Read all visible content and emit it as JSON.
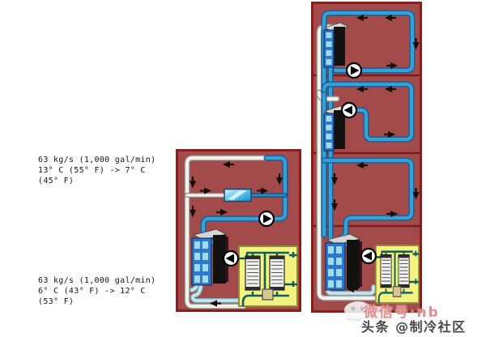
{
  "labels": {
    "loop_top": {
      "line1": "63 kg/s (1,000 gal/min)",
      "line2": "13° C (55° F) -> 7° C",
      "line3": "(45° F)"
    },
    "loop_bottom": {
      "line1": "63 kg/s (1,000 gal/min)",
      "line2": "6° C (43° F) -> 12° C",
      "line3": "(53° F)"
    }
  },
  "watermark": {
    "wechat": "微信号·nb",
    "credit": "头条 @制冷社区"
  },
  "colors": {
    "page_bg": "#ffffff",
    "panel": "#a34a4a",
    "panel_border": "#8b1d1d",
    "pipe_blue": "#36a1d9",
    "pipe_blue_dark": "#135f93",
    "pipe_white": "#f2f0e9",
    "pipe_pale": "#c6e6ef",
    "hx_blue": "#2d77cf",
    "chiller_yellow": "#f3f382",
    "pipe_teal": "#0e5e5e",
    "coil_light": "#d9f4fc",
    "coil_dark": "#1887c9"
  },
  "diagram": {
    "left_panel": "single-story chilled-water loop with cooling coil, pumps, evaporator heat exchanger and chiller",
    "right_panel": "three-story building loops with plate heat exchangers, risers and basement chiller plant"
  }
}
